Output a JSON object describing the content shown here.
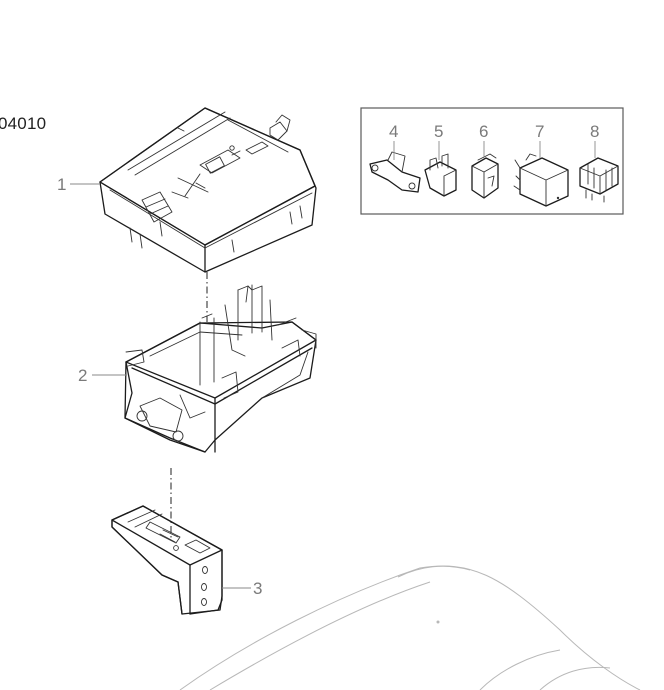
{
  "diagram": {
    "part_code": "04010",
    "callouts": [
      "1",
      "2",
      "3",
      "4",
      "5",
      "6",
      "7",
      "8"
    ]
  }
}
